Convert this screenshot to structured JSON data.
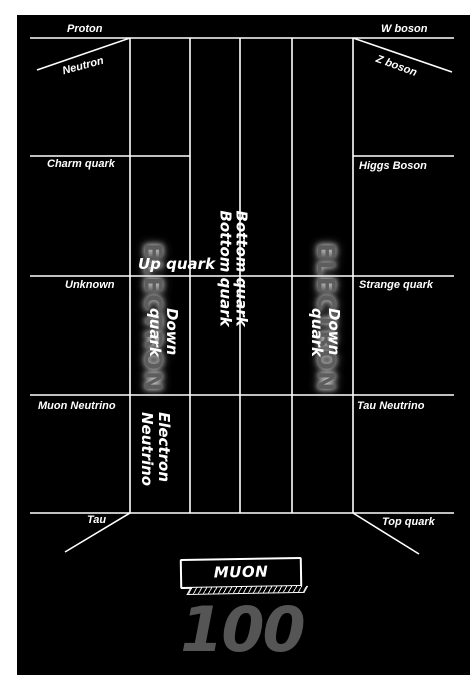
{
  "corner_labels": {
    "proton": "Proton",
    "neutron": "Neutron",
    "w_boson": "W boson",
    "z_boson": "Z boson",
    "tau": "Tau",
    "top_quark": "Top quark"
  },
  "side_labels": {
    "charm_quark": "Charm quark",
    "unknown": "Unknown",
    "muon_neutrino": "Muon Neutrino",
    "higgs_boson": "Higgs Boson",
    "strange_quark": "Strange quark",
    "tau_neutrino": "Tau Neutrino"
  },
  "lane_labels": {
    "up_quark": "Up quark",
    "bottom_quark_1": "Bottom quark",
    "bottom_quark_2": "Bottom quark",
    "down_quark_left": "Down quark",
    "down_quark_right": "Down quark",
    "electron_neutrino": "Electron Neutrino"
  },
  "ghost_pieces": {
    "left": "ELECTRON",
    "right": "ELECTRON"
  },
  "card": {
    "label": "MUON"
  },
  "score": "100",
  "colors": {
    "background": "#000000",
    "lines": "#ffffff",
    "score": "#555555"
  }
}
